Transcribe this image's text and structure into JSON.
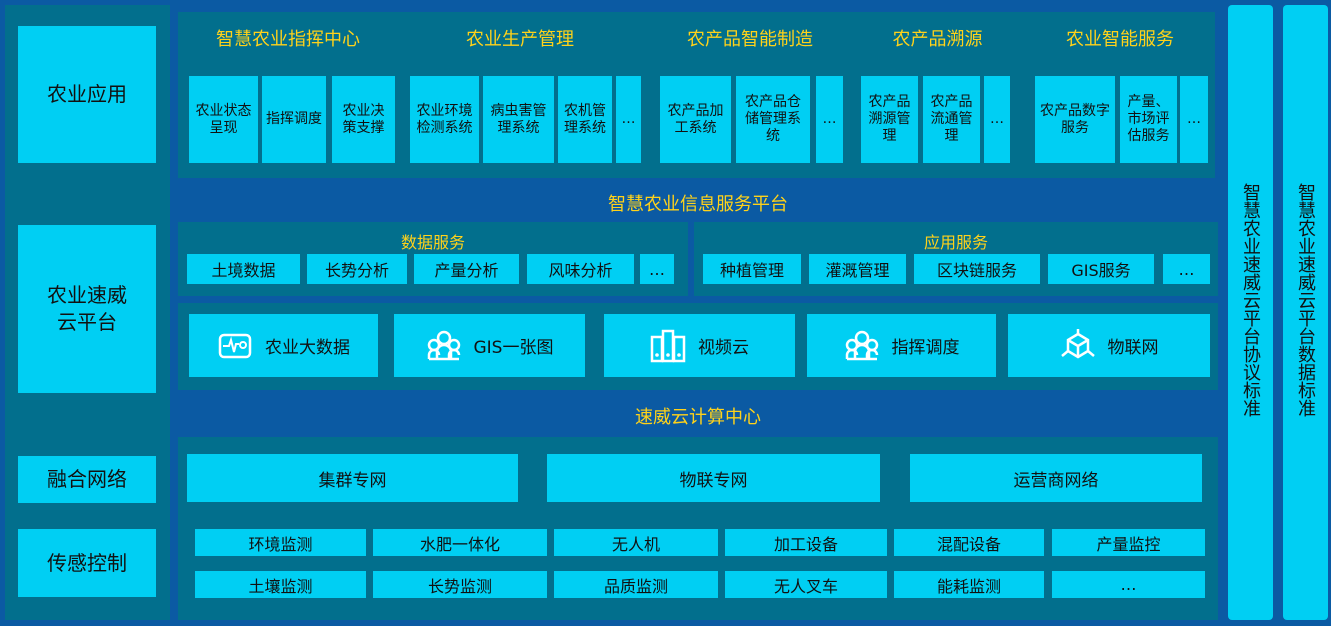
{
  "left": [
    "农业应用",
    "农业速威云平台",
    "融合网络",
    "传感控制"
  ],
  "apps": [
    {
      "title": "智慧农业指挥中心",
      "items": [
        "农业状态呈现",
        "指挥调度",
        "农业决策支撑"
      ]
    },
    {
      "title": "农业生产管理",
      "items": [
        "农业环境检测系统",
        "病虫害管理系统",
        "农机管理系统",
        "…"
      ]
    },
    {
      "title": "农产品智能制造",
      "items": [
        "农产品加工系统",
        "农产品仓储管理系统",
        "…"
      ]
    },
    {
      "title": "农产品溯源",
      "items": [
        "农产品溯源管理",
        "农产品流通管理",
        "…"
      ]
    },
    {
      "title": "农业智能服务",
      "items": [
        "农产品数字服务",
        "产量、市场评估服务",
        "…"
      ]
    }
  ],
  "platform_title": "智慧农业信息服务平台",
  "data_services": {
    "title": "数据服务",
    "items": [
      "土境数据",
      "长势分析",
      "产量分析",
      "风味分析",
      "…"
    ]
  },
  "app_services": {
    "title": "应用服务",
    "items": [
      "种植管理",
      "灌溉管理",
      "区块链服务",
      "GIS服务",
      "…"
    ]
  },
  "capabilities": [
    {
      "label": "农业大数据",
      "icon": "monitor-pulse-icon"
    },
    {
      "label": "GIS一张图",
      "icon": "people-group-icon"
    },
    {
      "label": "视频云",
      "icon": "servers-icon"
    },
    {
      "label": "指挥调度",
      "icon": "people-group-icon"
    },
    {
      "label": "物联网",
      "icon": "cube-network-icon"
    }
  ],
  "compute_title": "速威云计算中心",
  "networks": [
    "集群专网",
    "物联专网",
    "运营商网络"
  ],
  "sensors_row1": [
    "环境监测",
    "水肥一体化",
    "无人机",
    "加工设备",
    "混配设备",
    "产量监控"
  ],
  "sensors_row2": [
    "土壤监测",
    "长势监测",
    "品质监测",
    "无人叉车",
    "能耗监测",
    "…"
  ],
  "right_bars": [
    "智慧农业速威云平台协议标准",
    "智慧农业速威云平台数据标准"
  ]
}
